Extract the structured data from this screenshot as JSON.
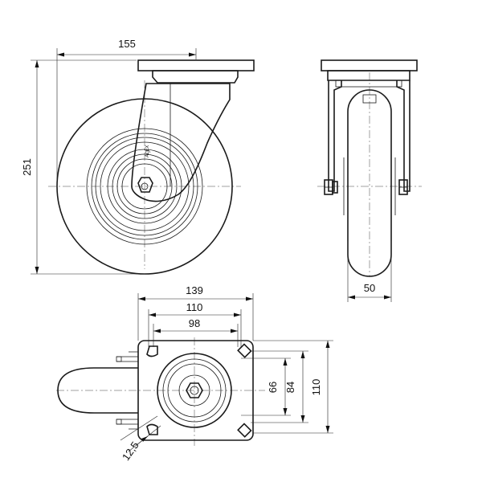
{
  "dimensions": {
    "side_width": "155",
    "total_height": "251",
    "wheel_width": "50",
    "plate_width": "139",
    "hole_span_outer": "110",
    "hole_span_inner": "98",
    "hole_span_short": "66",
    "plate_hole_height": "84",
    "plate_height": "110",
    "hole_diameter": "12,5"
  },
  "logo_text": "ALEX"
}
